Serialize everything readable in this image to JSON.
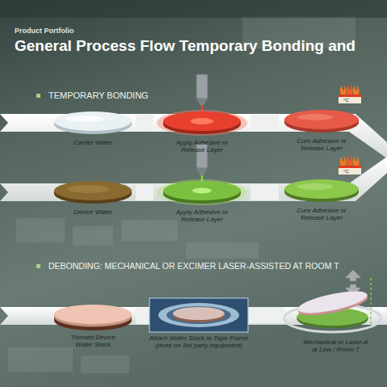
{
  "diagram": {
    "title": "General Process Flow Temporary Bonding and",
    "nodes": [
      {
        "text": [
          "Carrier Wafer"
        ]
      },
      {
        "text": [
          "Apply Adhesive or Release Layer"
        ]
      },
      {
        "text": [
          "Cure Adhesive or Release Layer"
        ]
      },
      {
        "text": [
          "Device Wafer"
        ]
      },
      {
        "text": [
          "Apply Adhesive or Release Layer"
        ]
      },
      {
        "text": [
          "Cure Adhesive or Release Layer"
        ]
      },
      {
        "text": [
          "Thinned Device Wafer Stack"
        ]
      },
      {
        "text": [
          "Attach Wafer Stack to Tape Frame (done on 3rd party equipment)"
        ]
      },
      {
        "text": [
          "Mechanical or Laser-A at Low / Room T"
        ]
      }
    ],
    "edges": [
      {
        "from": 0,
        "to": 1,
        "arrow": "none"
      },
      {
        "from": 1,
        "to": 2,
        "arrow": "none"
      },
      {
        "from": 3,
        "to": 4,
        "arrow": "none"
      },
      {
        "from": 4,
        "to": 5,
        "arrow": "none"
      },
      {
        "from": 6,
        "to": 7,
        "arrow": "none"
      },
      {
        "from": 7,
        "to": 8,
        "arrow": "none"
      }
    ],
    "labels": [
      "Product Portfolio",
      "TEMPORARY BONDING",
      "°C",
      "°C",
      "DEBONDING: MECHANICAL OR EXCIMER LASER-ASSISTED AT ROOM T"
    ]
  }
}
